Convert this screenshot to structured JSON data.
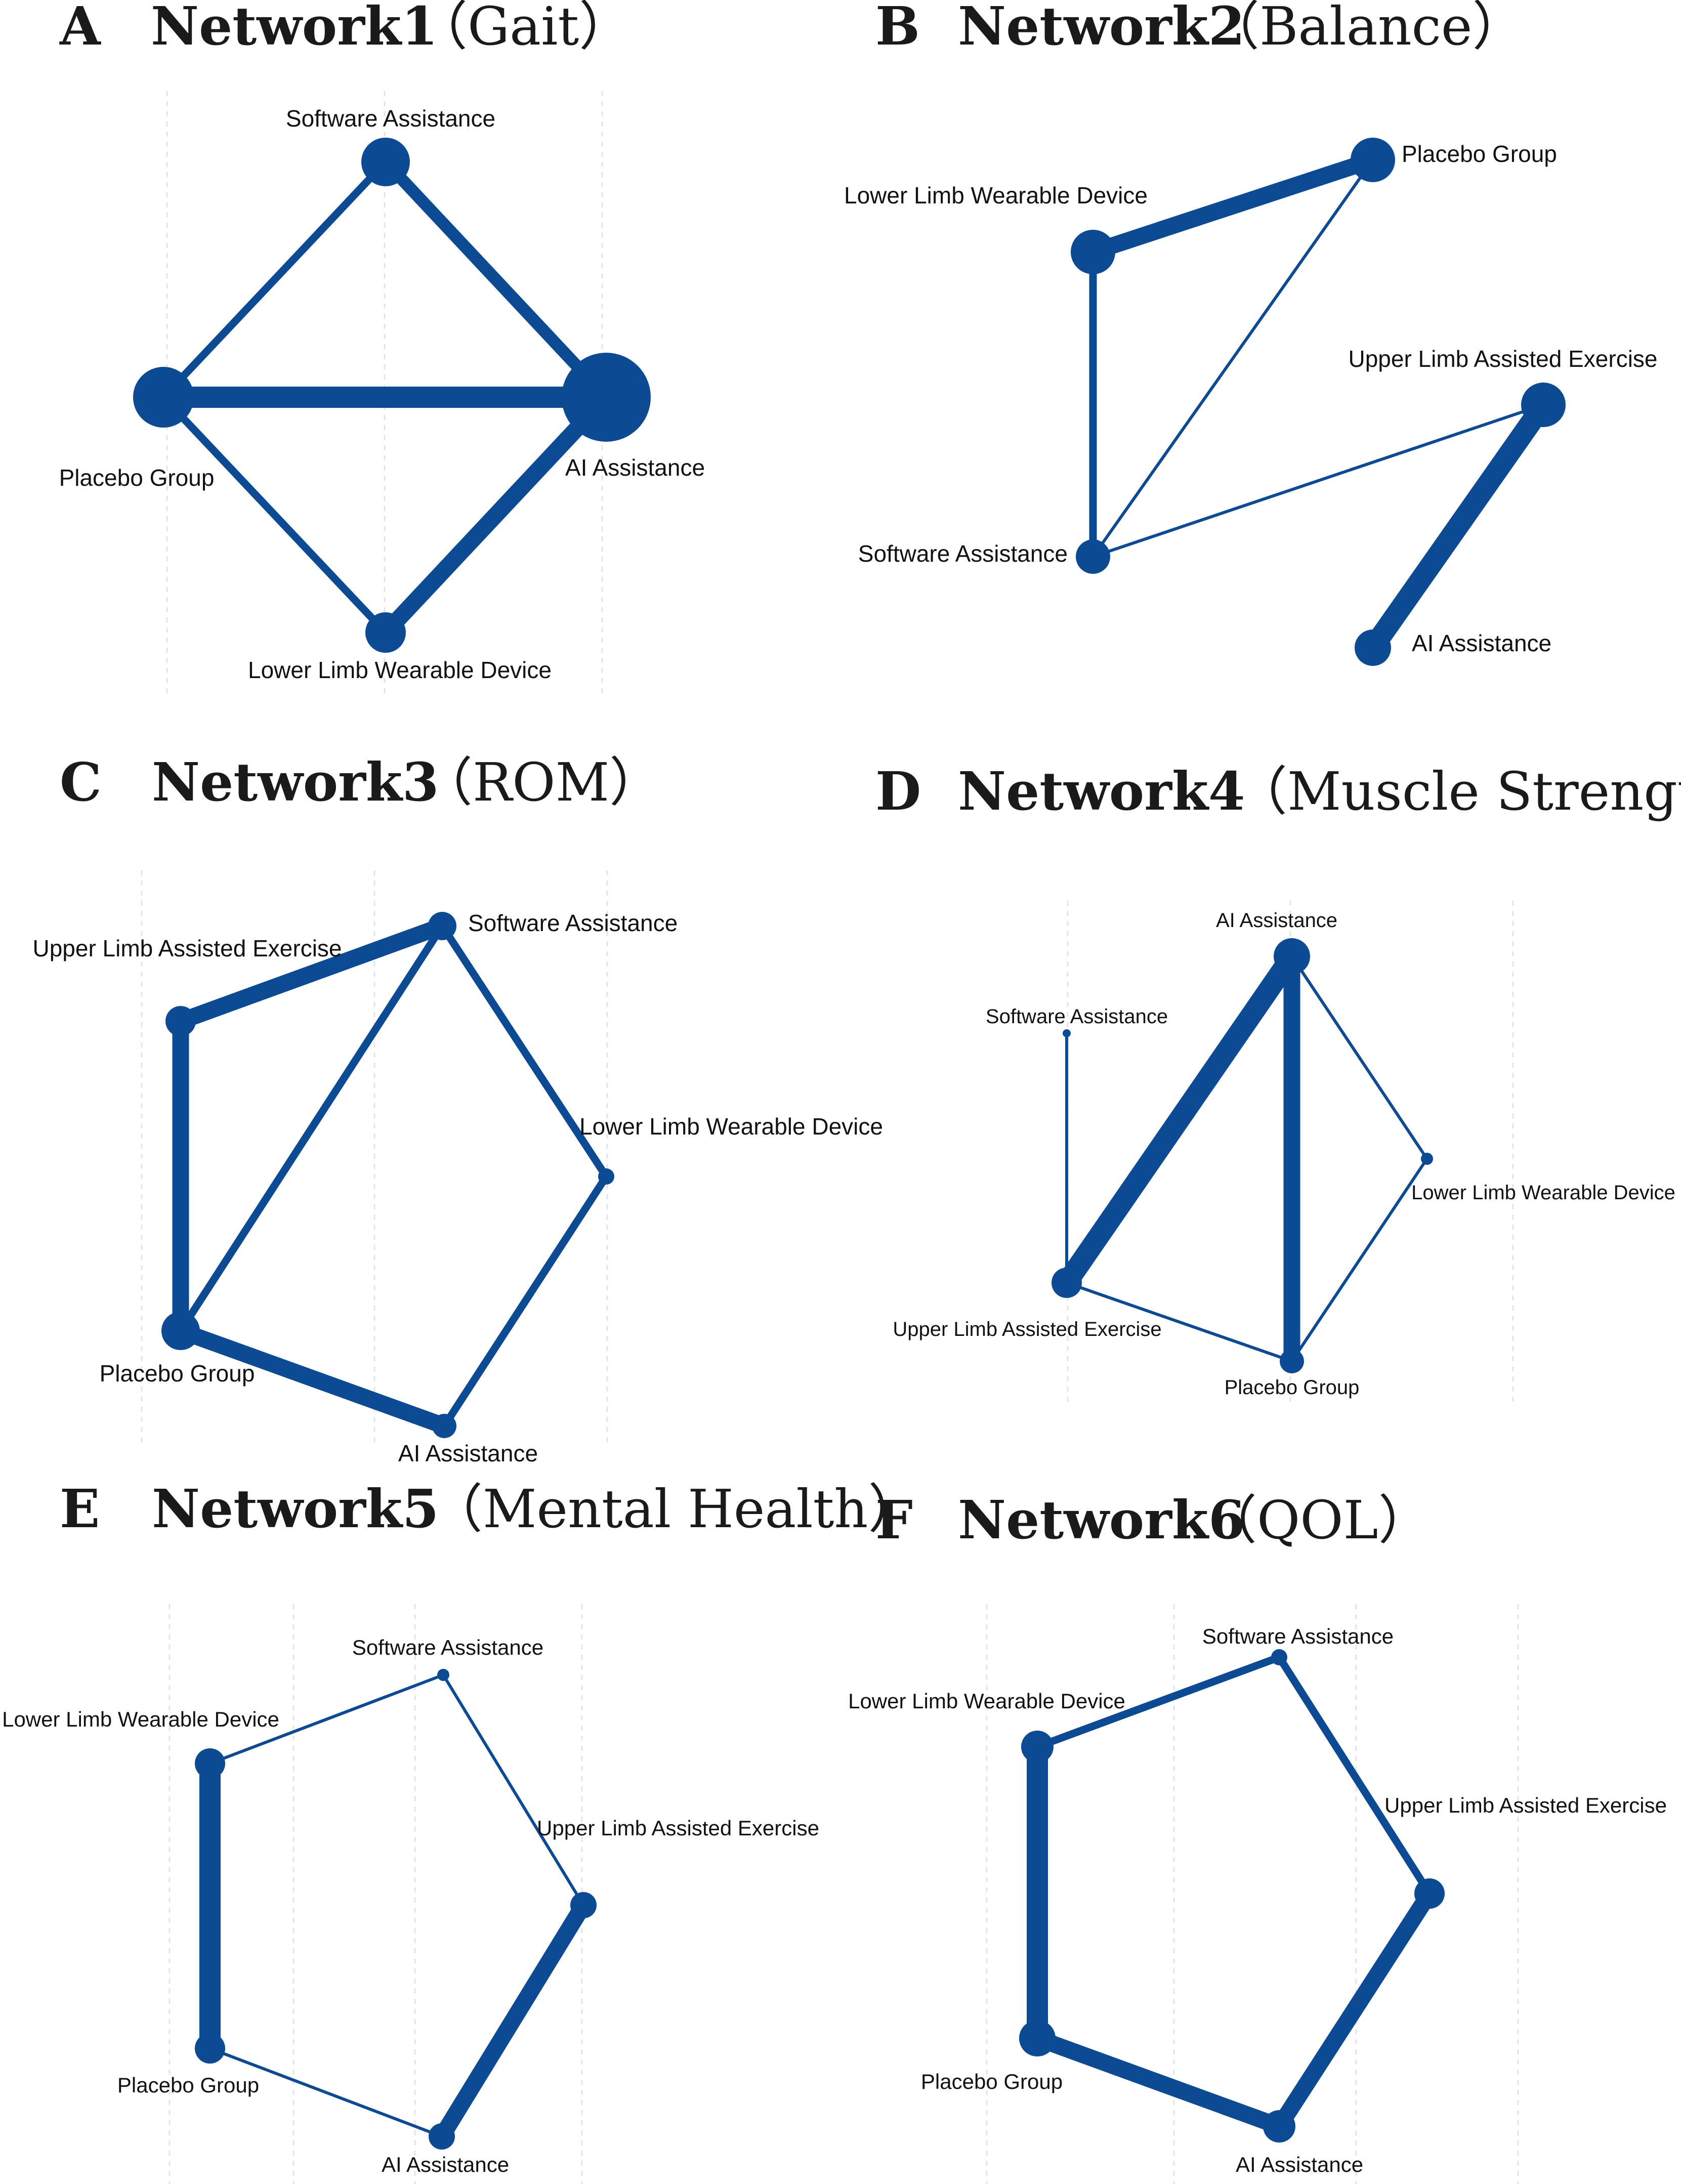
{
  "colors": {
    "edge": "#0d4a94",
    "node": "#0d4a94",
    "text": "#111111"
  },
  "panels": [
    {
      "letter": "A",
      "title": "Network1",
      "subtitle": "（Gait）",
      "nodes": [
        {
          "label": "Software Assistance"
        },
        {
          "label": "Placebo Group"
        },
        {
          "label": "AI Assistance"
        },
        {
          "label": "Lower Limb Wearable Device"
        }
      ],
      "edges": [
        {
          "from": "Software Assistance",
          "to": "Placebo Group",
          "weight": 2
        },
        {
          "from": "Software Assistance",
          "to": "AI Assistance",
          "weight": 3
        },
        {
          "from": "Placebo Group",
          "to": "AI Assistance",
          "weight": 5
        },
        {
          "from": "Placebo Group",
          "to": "Lower Limb Wearable Device",
          "weight": 2
        },
        {
          "from": "AI Assistance",
          "to": "Lower Limb Wearable Device",
          "weight": 4
        }
      ]
    },
    {
      "letter": "B",
      "title": "Network2",
      "subtitle": "（Balance）",
      "nodes": [
        {
          "label": "Placebo Group"
        },
        {
          "label": "Lower Limb Wearable Device"
        },
        {
          "label": "Upper Limb Assisted Exercise"
        },
        {
          "label": "Software Assistance"
        },
        {
          "label": "AI Assistance"
        }
      ],
      "edges": [
        {
          "from": "Lower Limb Wearable Device",
          "to": "Placebo Group",
          "weight": 4
        },
        {
          "from": "Lower Limb Wearable Device",
          "to": "Software Assistance",
          "weight": 2
        },
        {
          "from": "Placebo Group",
          "to": "Software Assistance",
          "weight": 1
        },
        {
          "from": "Software Assistance",
          "to": "Upper Limb Assisted Exercise",
          "weight": 1
        },
        {
          "from": "Upper Limb Assisted Exercise",
          "to": "AI Assistance",
          "weight": 5
        }
      ]
    },
    {
      "letter": "C",
      "title": "Network3",
      "subtitle": "（ROM）",
      "nodes": [
        {
          "label": "Software Assistance"
        },
        {
          "label": "Upper Limb Assisted Exercise"
        },
        {
          "label": "Lower Limb Wearable Device"
        },
        {
          "label": "Placebo Group"
        },
        {
          "label": "AI Assistance"
        }
      ],
      "edges": [
        {
          "from": "Upper Limb Assisted Exercise",
          "to": "Software Assistance",
          "weight": 4
        },
        {
          "from": "Upper Limb Assisted Exercise",
          "to": "Placebo Group",
          "weight": 4
        },
        {
          "from": "Software Assistance",
          "to": "Placebo Group",
          "weight": 2
        },
        {
          "from": "Software Assistance",
          "to": "Lower Limb Wearable Device",
          "weight": 2
        },
        {
          "from": "Lower Limb Wearable Device",
          "to": "AI Assistance",
          "weight": 2
        },
        {
          "from": "Placebo Group",
          "to": "AI Assistance",
          "weight": 4
        }
      ]
    },
    {
      "letter": "D",
      "title": "Network4",
      "subtitle": "（Muscle Strength）",
      "nodes": [
        {
          "label": "AI Assistance"
        },
        {
          "label": "Software Assistance"
        },
        {
          "label": "Lower Limb Wearable Device"
        },
        {
          "label": "Upper Limb Assisted Exercise"
        },
        {
          "label": "Placebo Group"
        }
      ],
      "edges": [
        {
          "from": "AI Assistance",
          "to": "Upper Limb Assisted Exercise",
          "weight": 5
        },
        {
          "from": "AI Assistance",
          "to": "Placebo Group",
          "weight": 4
        },
        {
          "from": "AI Assistance",
          "to": "Lower Limb Wearable Device",
          "weight": 1
        },
        {
          "from": "Software Assistance",
          "to": "Upper Limb Assisted Exercise",
          "weight": 1
        },
        {
          "from": "Upper Limb Assisted Exercise",
          "to": "Placebo Group",
          "weight": 1
        },
        {
          "from": "Lower Limb Wearable Device",
          "to": "Placebo Group",
          "weight": 1
        }
      ]
    },
    {
      "letter": "E",
      "title": "Network5",
      "subtitle": "（Mental Health）",
      "nodes": [
        {
          "label": "Software Assistance"
        },
        {
          "label": "Lower Limb Wearable Device"
        },
        {
          "label": "Upper Limb Assisted Exercise"
        },
        {
          "label": "Placebo Group"
        },
        {
          "label": "AI Assistance"
        }
      ],
      "edges": [
        {
          "from": "Software Assistance",
          "to": "Lower Limb Wearable Device",
          "weight": 1
        },
        {
          "from": "Software Assistance",
          "to": "Upper Limb Assisted Exercise",
          "weight": 1
        },
        {
          "from": "Lower Limb Wearable Device",
          "to": "Placebo Group",
          "weight": 5
        },
        {
          "from": "Upper Limb Assisted Exercise",
          "to": "AI Assistance",
          "weight": 4
        },
        {
          "from": "Placebo Group",
          "to": "AI Assistance",
          "weight": 1
        }
      ]
    },
    {
      "letter": "F",
      "title": "Network6",
      "subtitle": "（QOL）",
      "nodes": [
        {
          "label": "Software Assistance"
        },
        {
          "label": "Lower Limb Wearable Device"
        },
        {
          "label": "Upper Limb Assisted Exercise"
        },
        {
          "label": "Placebo Group"
        },
        {
          "label": "AI Assistance"
        }
      ],
      "edges": [
        {
          "from": "Software Assistance",
          "to": "Lower Limb Wearable Device",
          "weight": 2
        },
        {
          "from": "Software Assistance",
          "to": "Upper Limb Assisted Exercise",
          "weight": 2
        },
        {
          "from": "Lower Limb Wearable Device",
          "to": "Placebo Group",
          "weight": 5
        },
        {
          "from": "Upper Limb Assisted Exercise",
          "to": "AI Assistance",
          "weight": 4
        },
        {
          "from": "Placebo Group",
          "to": "AI Assistance",
          "weight": 4
        }
      ]
    }
  ]
}
